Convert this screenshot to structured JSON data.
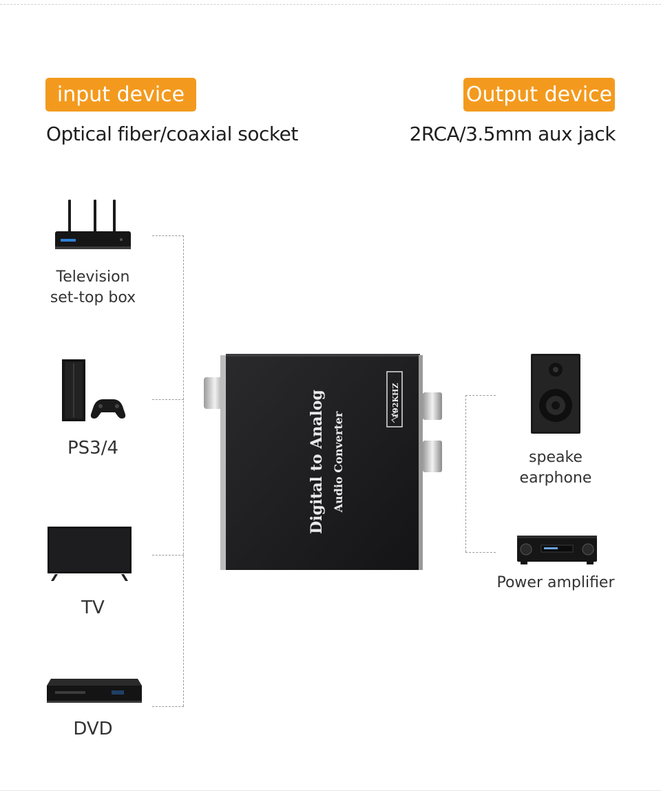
{
  "header": {
    "input_badge": "input device",
    "output_badge": "Output device",
    "input_desc": "Optical fiber/coaxial socket",
    "output_desc": "2RCA/3.5mm aux jack"
  },
  "inputs": [
    {
      "label_line1": "Television",
      "label_line2": "set-top box",
      "icon": "set-top-box-icon"
    },
    {
      "label_line1": "PS3/4",
      "icon": "game-console-icon"
    },
    {
      "label_line1": "TV",
      "icon": "tv-icon"
    },
    {
      "label_line1": "DVD",
      "icon": "dvd-player-icon"
    }
  ],
  "converter": {
    "title": "Digital to Analog",
    "subtitle": "Audio Converter",
    "badge": "192KHZ",
    "color": "#1a1a1c"
  },
  "outputs": [
    {
      "label_line1": "speake",
      "label_line2": "earphone",
      "icon": "speaker-icon"
    },
    {
      "label_line1": "Power amplifier",
      "icon": "power-amplifier-icon"
    }
  ],
  "colors": {
    "accent": "#f39a1e",
    "text": "#222222"
  }
}
